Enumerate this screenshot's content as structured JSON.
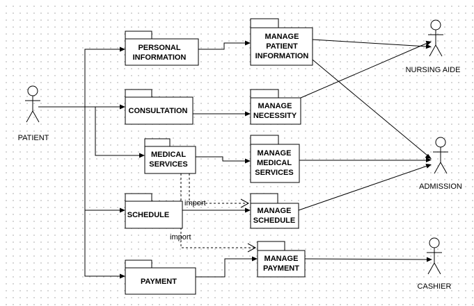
{
  "actors": {
    "patient": "PATIENT",
    "nursing_aide": "NURSING AIDE",
    "admission": "ADMISSION",
    "cashier": "CASHIER"
  },
  "packages": {
    "personal_information": [
      "PERSONAL",
      "INFORMATION"
    ],
    "consultation": [
      "CONSULTATION"
    ],
    "medical_services": [
      "MEDICAL",
      "SERVICES"
    ],
    "schedule": [
      "SCHEDULE"
    ],
    "payment": [
      "PAYMENT"
    ],
    "manage_patient_information": [
      "MANAGE",
      "PATIENT",
      "INFORMATION"
    ],
    "manage_necessity": [
      "MANAGE",
      "NECESSITY"
    ],
    "manage_medical_services": [
      "MANAGE",
      "MEDICAL",
      "SERVICES"
    ],
    "manage_schedule": [
      "MANAGE",
      "SCHEDULE"
    ],
    "manage_payment": [
      "MANAGE",
      "PAYMENT"
    ]
  },
  "dependencies": {
    "import_to_schedule": "import",
    "import_to_payment": "import"
  }
}
